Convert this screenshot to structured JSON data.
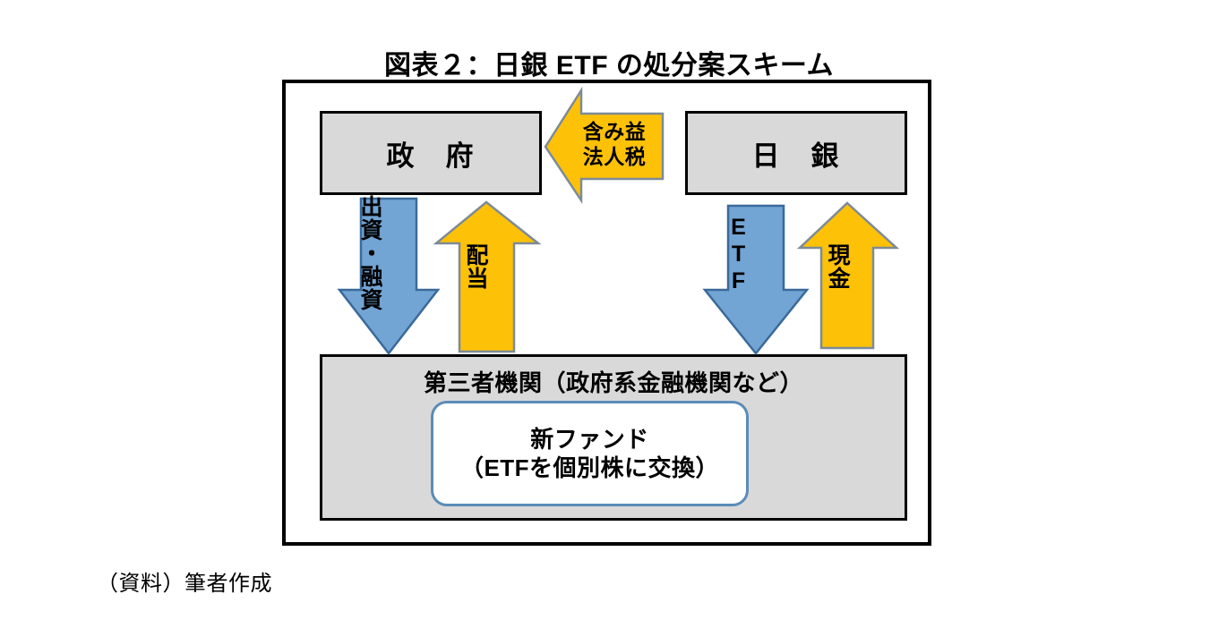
{
  "figure": {
    "title": "図表２：日銀 ETF の処分案スキーム",
    "source_note": "（資料）筆者作成"
  },
  "nodes": {
    "government": {
      "label": "政　府"
    },
    "boj": {
      "label": "日　銀"
    },
    "third_party": {
      "label": "第三者機関（政府系金融機関など）"
    },
    "new_fund": {
      "line1": "新ファンド",
      "line2": "（ETFを個別株に交換）"
    }
  },
  "arrows": {
    "investment_loan": {
      "label": "出資・融資",
      "direction": "down",
      "color": "#72a4d4",
      "from": "government",
      "to": "third_party"
    },
    "dividend": {
      "label": "配当",
      "direction": "up",
      "color": "#fdc108",
      "from": "third_party",
      "to": "government"
    },
    "etf": {
      "label": "ETF",
      "direction": "down",
      "color": "#72a4d4",
      "from": "boj",
      "to": "third_party"
    },
    "cash": {
      "label": "現金",
      "direction": "up",
      "color": "#fdc108",
      "from": "third_party",
      "to": "boj"
    },
    "unrealized_gain_tax": {
      "label": "含み益\n法人税",
      "direction": "left",
      "color": "#fdc108",
      "from": "boj",
      "to": "government"
    }
  },
  "colors": {
    "blue_arrow": "#72a4d4",
    "blue_arrow_border": "#3a6a9a",
    "yellow_arrow": "#fdc108",
    "yellow_arrow_border": "#7d8b97",
    "box_fill": "#d9d9d9",
    "box_border": "#000000",
    "fund_border": "#5b8cb8",
    "background": "#ffffff"
  }
}
